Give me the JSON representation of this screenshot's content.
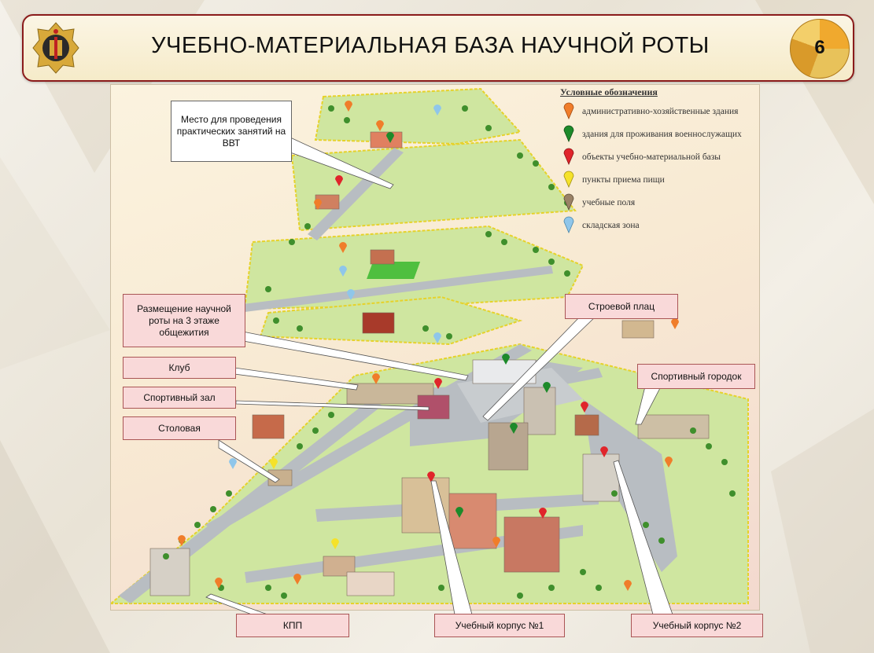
{
  "header": {
    "title": "УЧЕБНО-МАТЕРИАЛЬНАЯ БАЗА НАУЧНОЙ РОТЫ",
    "page_number": "6"
  },
  "legend": {
    "title": "Условные обозначения",
    "items": [
      {
        "label": "административно-хозяйственные здания",
        "color": "#f07d2a"
      },
      {
        "label": "здания для проживания военнослужащих",
        "color": "#1d8a2a"
      },
      {
        "label": "объекты учебно-материальной базы",
        "color": "#e0252b"
      },
      {
        "label": "пункты приема пищи",
        "color": "#f5e22a"
      },
      {
        "label": "учебные поля",
        "color": "#9a8266"
      },
      {
        "label": "складская зона",
        "color": "#8fc6ea"
      }
    ]
  },
  "callouts": {
    "vvt": "Место для проведения практических занятий на ВВТ",
    "placement": "Размещение научной роты на 3 этаже общежития",
    "club": "Клуб",
    "sport_hall": "Спортивный зал",
    "canteen": "Столовая",
    "parade": "Строевой плац",
    "sport_ground": "Спортивный городок",
    "kpp": "КПП",
    "building1": "Учебный корпус №1",
    "building2": "Учебный корпус №2"
  },
  "colors": {
    "frame": "#8b1b1b",
    "grass": "#bfe08a",
    "road": "#b3b8bd",
    "tree": "#3f8f2c",
    "fence": "#e6d22a"
  }
}
